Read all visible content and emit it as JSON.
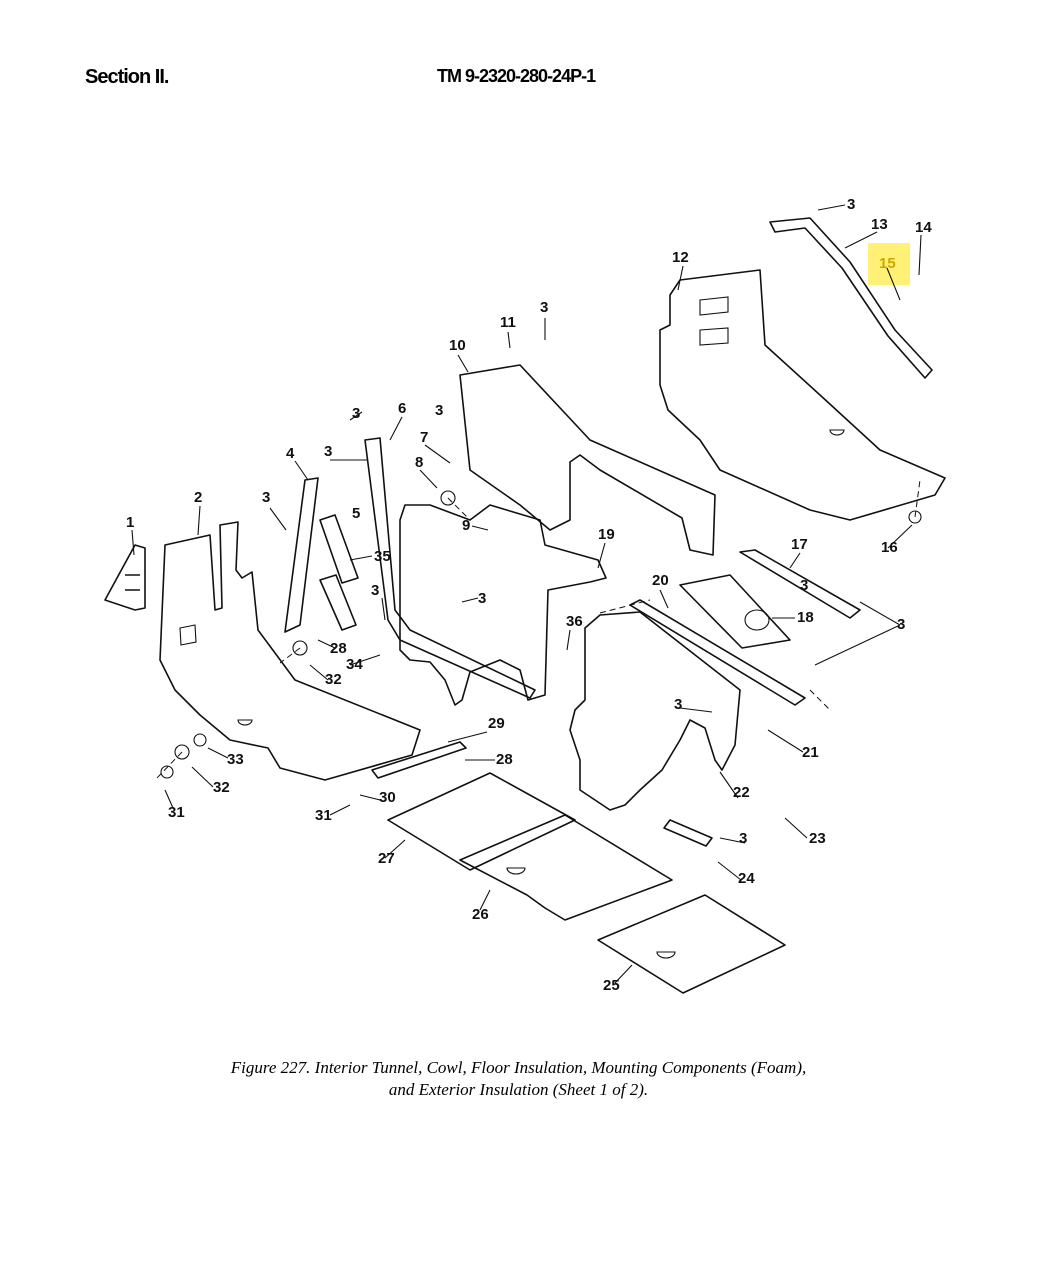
{
  "header": {
    "section": "Section II.",
    "tm_number": "TM 9-2320-280-24P-1"
  },
  "callouts": [
    {
      "id": "c1",
      "text": "1"
    },
    {
      "id": "c2",
      "text": "2"
    },
    {
      "id": "c3a",
      "text": "3"
    },
    {
      "id": "c3b",
      "text": "3"
    },
    {
      "id": "c3c",
      "text": "3"
    },
    {
      "id": "c3d",
      "text": "3"
    },
    {
      "id": "c3e",
      "text": "3"
    },
    {
      "id": "c3f",
      "text": "3"
    },
    {
      "id": "c3g",
      "text": "3"
    },
    {
      "id": "c3h",
      "text": "3"
    },
    {
      "id": "c3i",
      "text": "3"
    },
    {
      "id": "c3j",
      "text": "3"
    },
    {
      "id": "c3k",
      "text": "3"
    },
    {
      "id": "c3l",
      "text": "3"
    },
    {
      "id": "c4",
      "text": "4"
    },
    {
      "id": "c5",
      "text": "5"
    },
    {
      "id": "c6",
      "text": "6"
    },
    {
      "id": "c7",
      "text": "7"
    },
    {
      "id": "c8",
      "text": "8"
    },
    {
      "id": "c9",
      "text": "9"
    },
    {
      "id": "c10",
      "text": "10"
    },
    {
      "id": "c11",
      "text": "11"
    },
    {
      "id": "c12",
      "text": "12"
    },
    {
      "id": "c13",
      "text": "13"
    },
    {
      "id": "c14",
      "text": "14"
    },
    {
      "id": "c15",
      "text": "15"
    },
    {
      "id": "c16",
      "text": "16"
    },
    {
      "id": "c17",
      "text": "17"
    },
    {
      "id": "c18",
      "text": "18"
    },
    {
      "id": "c19",
      "text": "19"
    },
    {
      "id": "c20",
      "text": "20"
    },
    {
      "id": "c21",
      "text": "21"
    },
    {
      "id": "c22",
      "text": "22"
    },
    {
      "id": "c23",
      "text": "23"
    },
    {
      "id": "c24",
      "text": "24"
    },
    {
      "id": "c25",
      "text": "25"
    },
    {
      "id": "c26",
      "text": "26"
    },
    {
      "id": "c27",
      "text": "27"
    },
    {
      "id": "c28a",
      "text": "28"
    },
    {
      "id": "c28b",
      "text": "28"
    },
    {
      "id": "c29",
      "text": "29"
    },
    {
      "id": "c30",
      "text": "30"
    },
    {
      "id": "c31a",
      "text": "31"
    },
    {
      "id": "c31b",
      "text": "31"
    },
    {
      "id": "c32a",
      "text": "32"
    },
    {
      "id": "c32b",
      "text": "32"
    },
    {
      "id": "c33",
      "text": "33"
    },
    {
      "id": "c34",
      "text": "34"
    },
    {
      "id": "c35",
      "text": "35"
    },
    {
      "id": "c36",
      "text": "36"
    }
  ],
  "highlight": {
    "callout": "15",
    "color": "#fff176"
  },
  "caption": {
    "line1": "Figure 227.  Interior Tunnel, Cowl, Floor Insulation, Mounting Components (Foam),",
    "line2": "and Exterior Insulation (Sheet 1 of 2)."
  }
}
